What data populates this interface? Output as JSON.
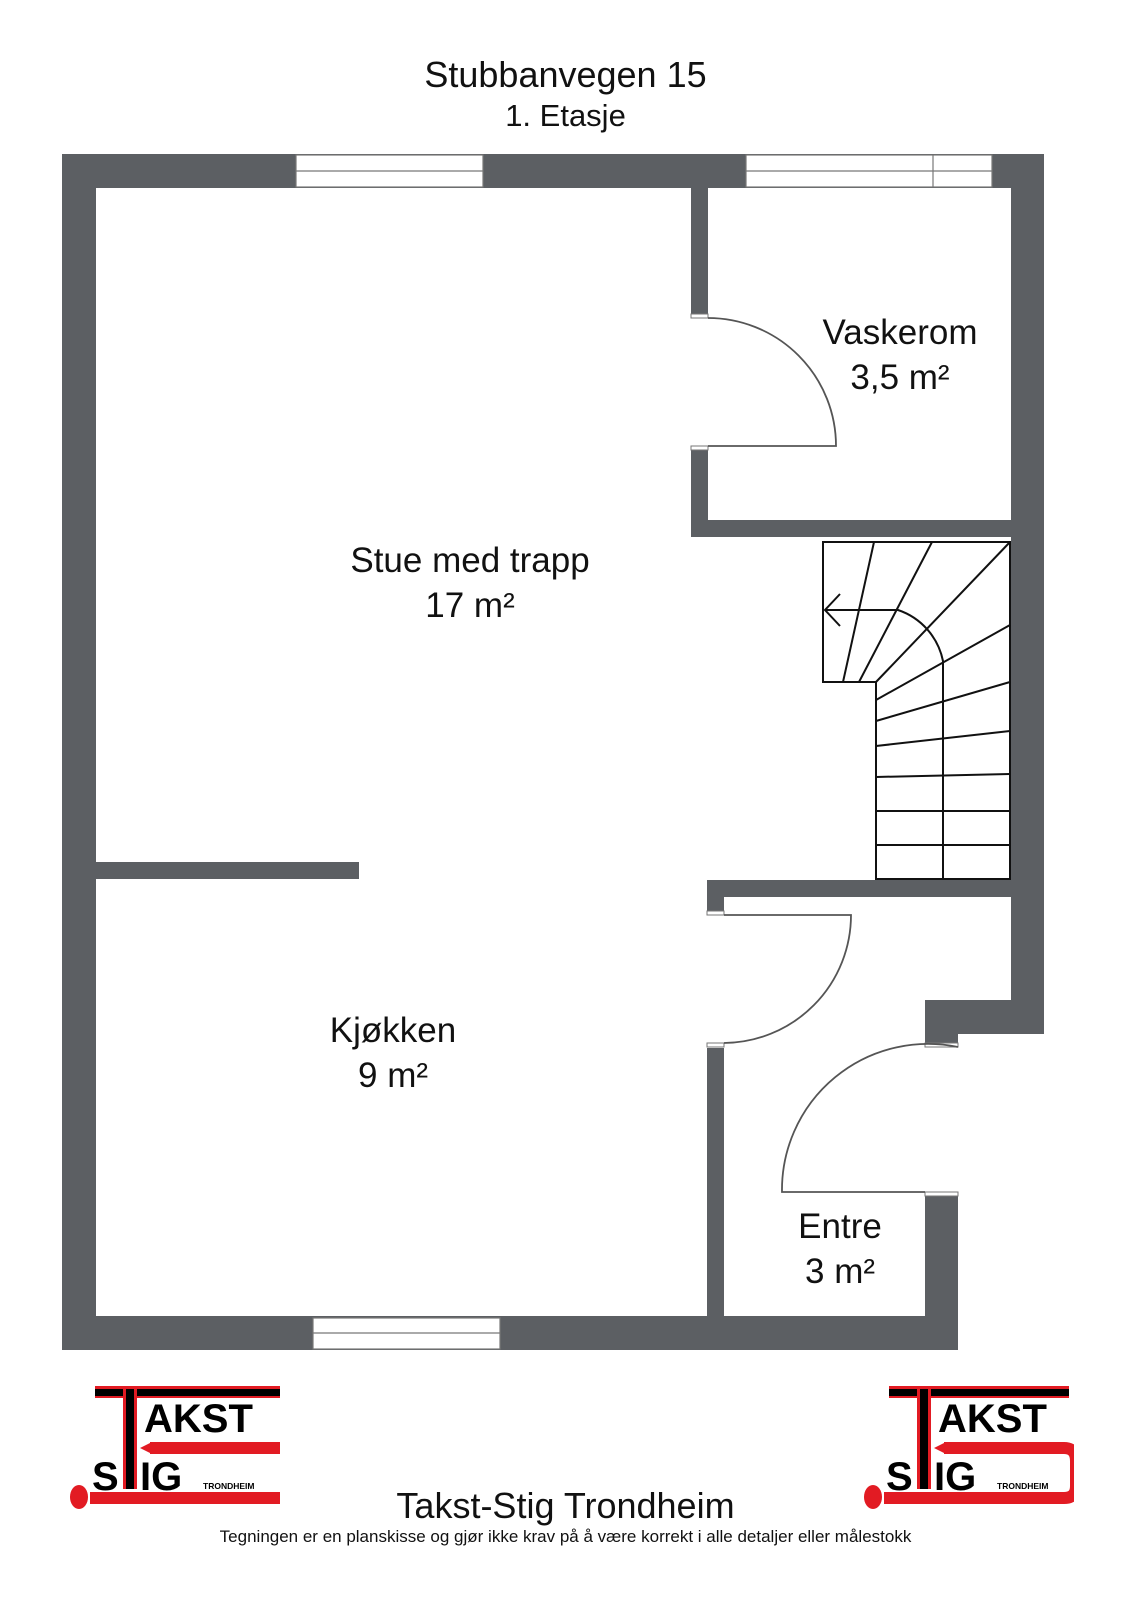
{
  "header": {
    "address": "Stubbanvegen 15",
    "floor": "1. Etasje"
  },
  "rooms": [
    {
      "name": "Stue med trapp",
      "area": "17 m²"
    },
    {
      "name": "Vaskerom",
      "area": "3,5 m²"
    },
    {
      "name": "Kjøkken",
      "area": "9 m²"
    },
    {
      "name": "Entre",
      "area": "3 m²"
    }
  ],
  "colors": {
    "wall": "#5c5f63",
    "line": "#111111",
    "logo_red": "#e21b23",
    "logo_black": "#000000"
  },
  "logo": {
    "line1": "AKST",
    "line2": "IG",
    "s_letter": "S",
    "sub": "TRONDHEIM"
  },
  "footer": {
    "company": "Takst-Stig Trondheim",
    "disclaimer": "Tegningen er en planskisse og gjør ikke krav på å være korrekt i alle detaljer eller målestokk"
  }
}
